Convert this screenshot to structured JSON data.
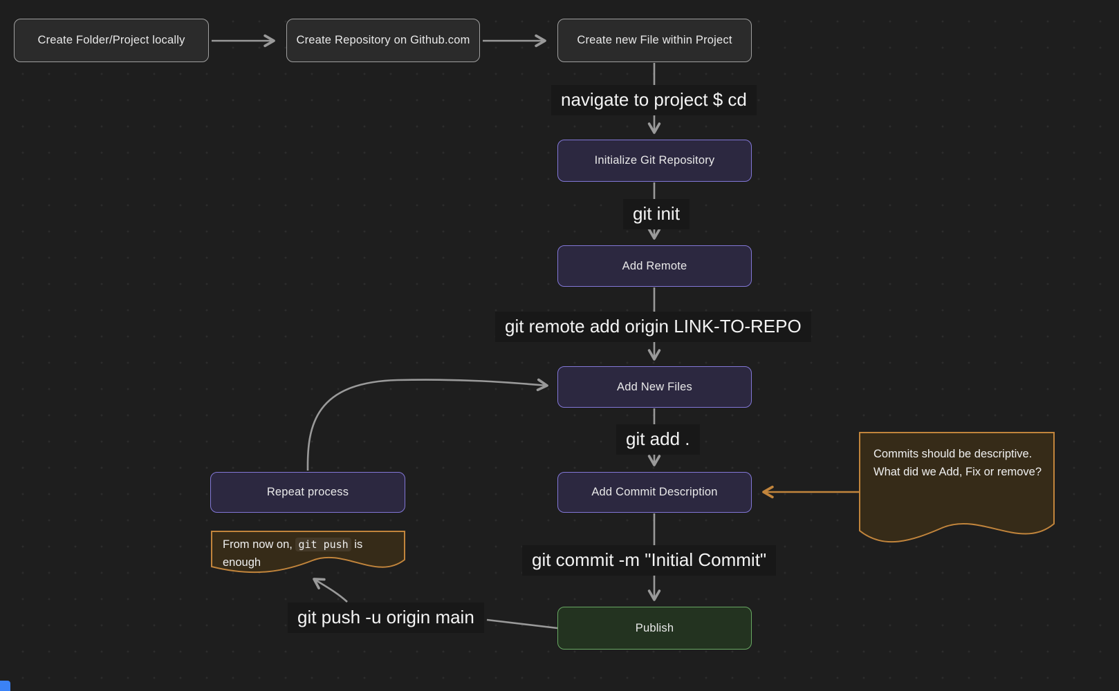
{
  "app": {
    "name": "git-workflow-flowchart"
  },
  "colors": {
    "background": "#1e1e1e",
    "node_gray_border": "#a0a0a0",
    "node_purple_border": "#8378d8",
    "node_green_border": "#69a963",
    "note_orange_border": "#c2853c",
    "note_fill": "#362b18",
    "arrow_gray": "#9a9a9a",
    "arrow_orange": "#c2853c",
    "label_bg": "#181818",
    "corner_accent": "#3b82f6"
  },
  "nodes": {
    "create_folder": "Create Folder/Project locally",
    "create_repo": "Create Repository on Github.com",
    "create_file": "Create new File within Project",
    "init_git": "Initialize Git Repository",
    "add_remote": "Add Remote",
    "add_new_files": "Add New Files",
    "add_commit_desc": "Add Commit Description",
    "publish": "Publish",
    "repeat_process": "Repeat process"
  },
  "labels": {
    "navigate": "navigate to project $ cd",
    "git_init": "git init",
    "git_remote": "git remote add origin LINK-TO-REPO",
    "git_add": "git add .",
    "git_commit": "git commit -m \"Initial Commit\"",
    "git_push": "git push -u origin main"
  },
  "notes": {
    "push_note": {
      "prefix": "From now on, ",
      "code": "git push",
      "suffix": " is enough"
    },
    "commit_note": "Commits should be descriptive. What did we Add, Fix or remove?"
  }
}
